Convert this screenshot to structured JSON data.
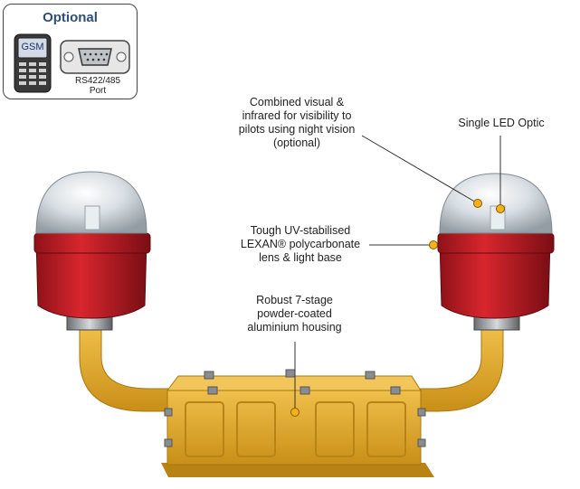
{
  "optional": {
    "title": "Optional",
    "gsm_label": "GSM",
    "port_label_line1": "RS422/485",
    "port_label_line2": "Port"
  },
  "callouts": {
    "combined": [
      "Combined visual &",
      "infrared for visibility to",
      "pilots using night vision",
      "(optional)"
    ],
    "single_led": "Single LED Optic",
    "lens": [
      "Tough UV-stabilised",
      "LEXAN® polycarbonate",
      "lens & light base"
    ],
    "housing": [
      "Robust 7-stage",
      "powder-coated",
      "aluminium housing"
    ]
  },
  "colors": {
    "housing_yellow": "#e8ac2a",
    "lens_base_red": "#c8202a",
    "callout_dot": "#f2b21a",
    "title_blue": "#2f4f7a"
  },
  "icons": [
    "gsm-phone-icon",
    "serial-port-icon"
  ]
}
